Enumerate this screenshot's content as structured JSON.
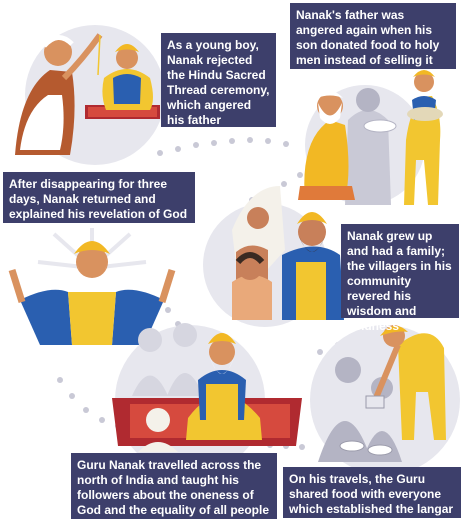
{
  "captions": {
    "c1": "As a young boy, Nanak rejected the Hindu Sacred Thread ceremony, which angered his father",
    "c2": "Nanak's father was angered again when his son donated food to holy men instead of selling it for profit",
    "c3": "After disappearing for three days, Nanak returned and explained his revelation of God",
    "c4": "Nanak grew up and had a family; the villagers in his community revered his wisdom and kindness",
    "c5": "Guru Nanak travelled across the north of India and taught his followers about the oneness of God and the equality of all people",
    "c6": "On his travels, the Guru shared food with everyone which established the langar"
  },
  "colors": {
    "caption_bg": "#3d3f6b",
    "circle_bg": "#e7e7ee",
    "dots": "#c9c9d6",
    "turban": "#f2b824",
    "robe_yellow": "#f2c630",
    "robe_blue": "#2a5fb0",
    "rug_red": "#b02a30"
  }
}
